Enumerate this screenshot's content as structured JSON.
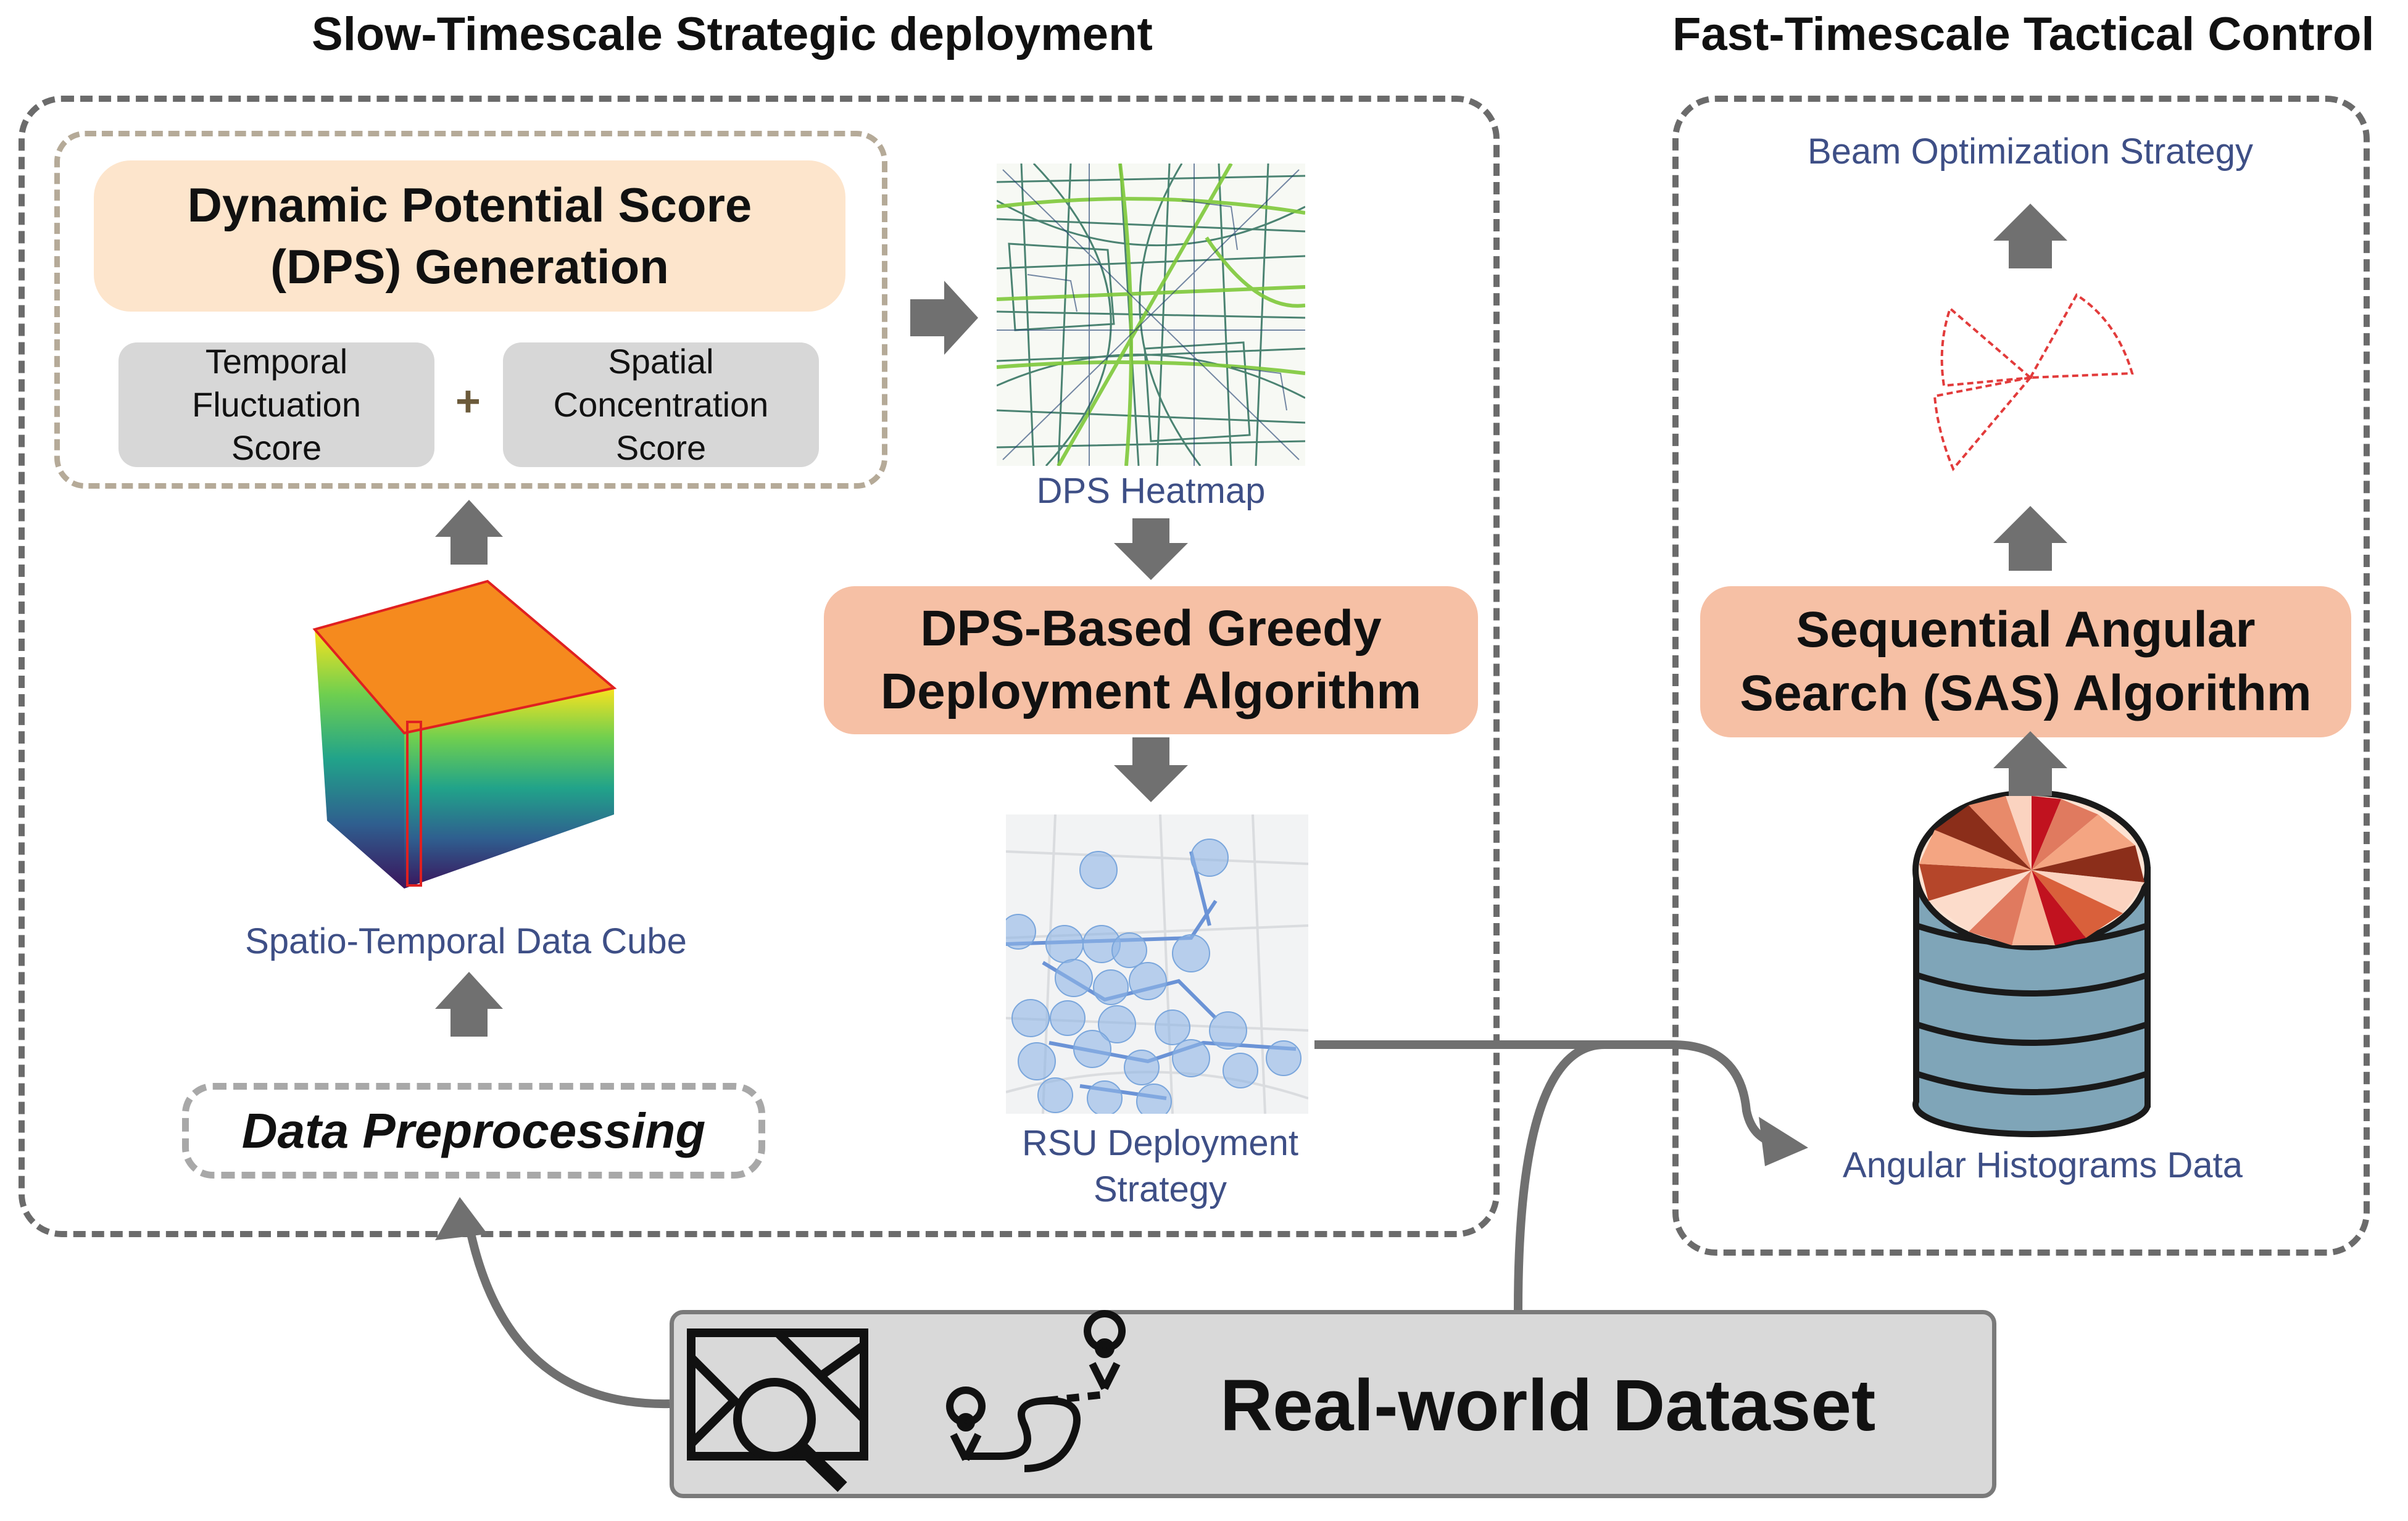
{
  "slow": {
    "title": "Slow-Timescale Strategic deployment",
    "dps_generation": "Dynamic Potential Score\n(DPS) Generation",
    "temporal_score": "Temporal\nFluctuation\nScore",
    "spatial_score": "Spatial\nConcentration\nScore",
    "plus": "+",
    "heatmap_label": "DPS Heatmap",
    "greedy_algorithm": "DPS-Based Greedy\nDeployment Algorithm",
    "rsu_label": "RSU Deployment\nStrategy",
    "cube_label": "Spatio-Temporal Data Cube",
    "preprocessing": "Data Preprocessing"
  },
  "fast": {
    "title": "Fast-Timescale Tactical Control",
    "beam_label": "Beam Optimization Strategy",
    "sas_algorithm": "Sequential Angular\nSearch (SAS) Algorithm",
    "histogram_label": "Angular Histograms Data"
  },
  "dataset": {
    "label": "Real-world Dataset"
  },
  "icons": [
    "map-search-icon",
    "route-pins-icon",
    "arrow-icon"
  ],
  "colors": {
    "panel_border": "#6b6b6b",
    "peach": "#fde5cc",
    "salmon": "#f6c0a5",
    "gray_box": "#d7d7d7",
    "label_blue": "#3e4f86",
    "arrow": "#707070",
    "beam_red": "#e23b3b"
  }
}
